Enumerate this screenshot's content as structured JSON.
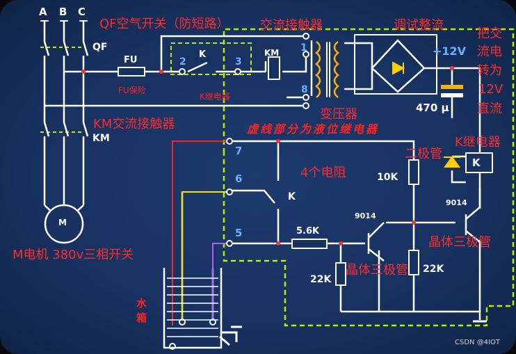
{
  "phases": [
    "A",
    "B",
    "C"
  ],
  "labels": {
    "qf_short": "QF",
    "qf_title": "QF空气开关（防短路）",
    "fu": "FU",
    "fu_note": "FU保险",
    "k_relay_note": "K继电器",
    "km_contactor_note": "KM交流接触器",
    "km": "KM",
    "k": "K",
    "contactor_top": "交流接触器",
    "rectifier_top": "调试整流",
    "ac_to_dc": [
      "把交",
      "流电",
      "转为",
      "12V",
      "直流"
    ],
    "transformer": "变压器",
    "dashed_region": "虚线部分为液位继电器",
    "k_relay_right": "K继电器",
    "diode": "二极管",
    "four_resistors": "4个电阻",
    "transistor_left": "晶体三极管",
    "transistor_right": "晶体三极管",
    "motor": "M电机 380v三相开关",
    "motor_symbol": "M",
    "tank": "水箱",
    "plus12v": "+12V",
    "cap": "470 μ",
    "r_10k": "10K",
    "r_5k6": "5.6K",
    "r_22k_left": "22K",
    "r_22k_right": "22K",
    "q_left": "9014",
    "q_right": "9014",
    "credit": "CSDN @4IOT"
  },
  "terminals": [
    "1",
    "2",
    "3",
    "5",
    "6",
    "7",
    "8"
  ],
  "colors": {
    "wire": "#ffffff",
    "dashed": "#b8f000",
    "red_wire": "#ff2020",
    "yellow_wire": "#ffe000",
    "purple_wire": "#b060ff"
  }
}
